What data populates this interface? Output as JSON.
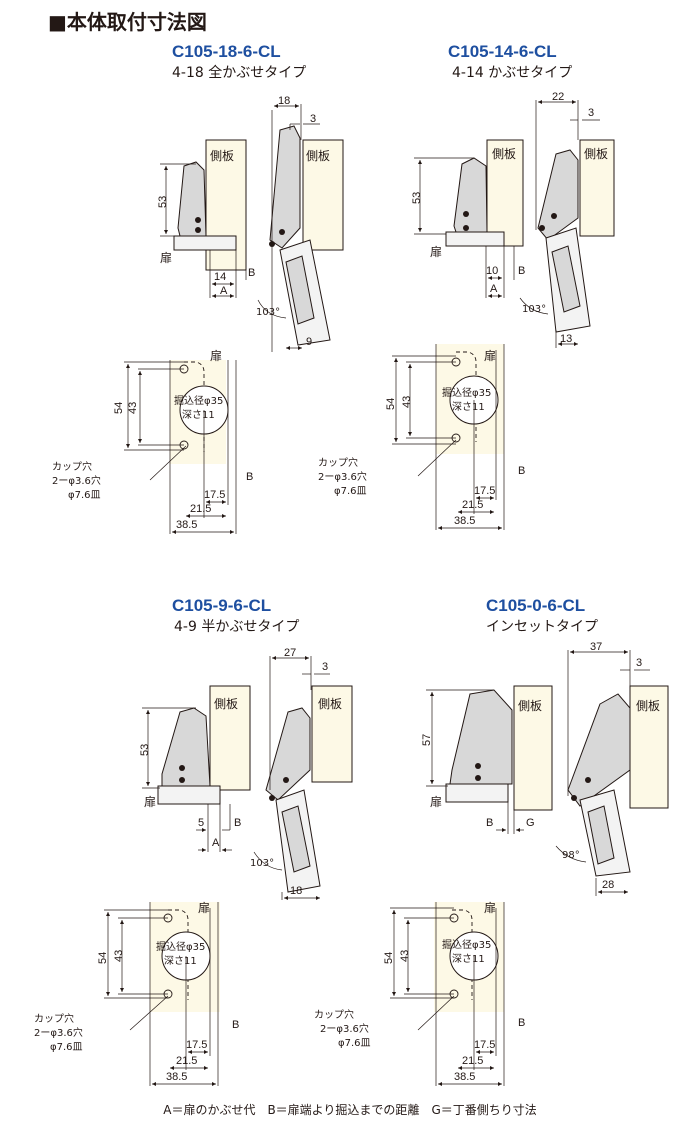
{
  "heading": "■本体取付寸法図",
  "variants": [
    {
      "model": "C105-18-6-CL",
      "subtitle": "4-18 全かぶせタイプ",
      "cover": "14",
      "cover2": "9",
      "gap": "3",
      "depth": "18",
      "angle": "103°"
    },
    {
      "model": "C105-14-6-CL",
      "subtitle": "4-14 かぶせタイプ",
      "cover": "10",
      "cover2": "13",
      "gap": "3",
      "depth": "22",
      "angle": "103°"
    },
    {
      "model": "C105-9-6-CL",
      "subtitle": "4-9 半かぶせタイプ",
      "cover": "5",
      "cover2": "18",
      "gap": "3",
      "depth": "27",
      "angle": "103°"
    },
    {
      "model": "C105-0-6-CL",
      "subtitle": "インセットタイプ",
      "cover": "",
      "cover2": "28",
      "gap": "3",
      "depth": "37",
      "angle": "98°"
    }
  ],
  "labels": {
    "side_panel": "側板",
    "door": "扉",
    "dim_a": "A",
    "dim_b": "B",
    "dim_g": "G",
    "height_closed": "53",
    "height_inset": "57",
    "cup_pitch": "54",
    "cup_height": "43",
    "cup_bore": "掘込径φ35",
    "cup_depth": "深さ11",
    "cup_hole_title": "カップ穴",
    "cup_hole_size": "2ーφ3.6穴",
    "cup_hole_sink": "φ7.6皿",
    "dist1": "17.5",
    "dist2": "21.5",
    "dist3": "38.5"
  },
  "footer": "A＝扉のかぶせ代　B＝扉端より掘込までの距離　G＝丁番側ちり寸法",
  "colors": {
    "model": "#1e4fa0",
    "panel": "#fdf9e6",
    "metal": "#d8d8d8",
    "door": "#f3f3f3",
    "line": "#231815"
  }
}
